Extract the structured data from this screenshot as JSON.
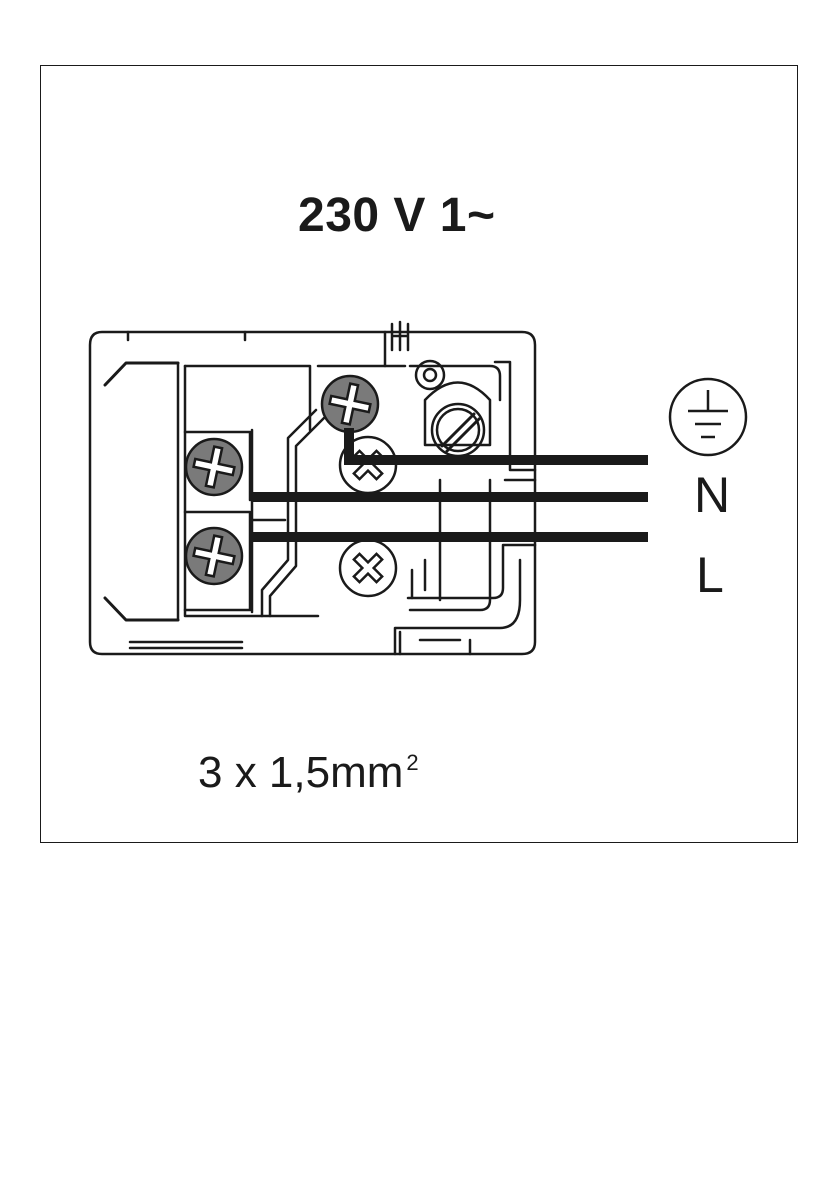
{
  "header": {
    "voltage": "230 V  1~"
  },
  "terminals": {
    "neutral": "N",
    "live": "L",
    "earth_icon": "earth-ground-icon"
  },
  "footer": {
    "cable_spec": "3 x 1,5mm",
    "cable_exponent": "2"
  },
  "colors": {
    "line": "#1a1a1a",
    "screw_fill": "#7a7a7a",
    "background": "#ffffff"
  }
}
